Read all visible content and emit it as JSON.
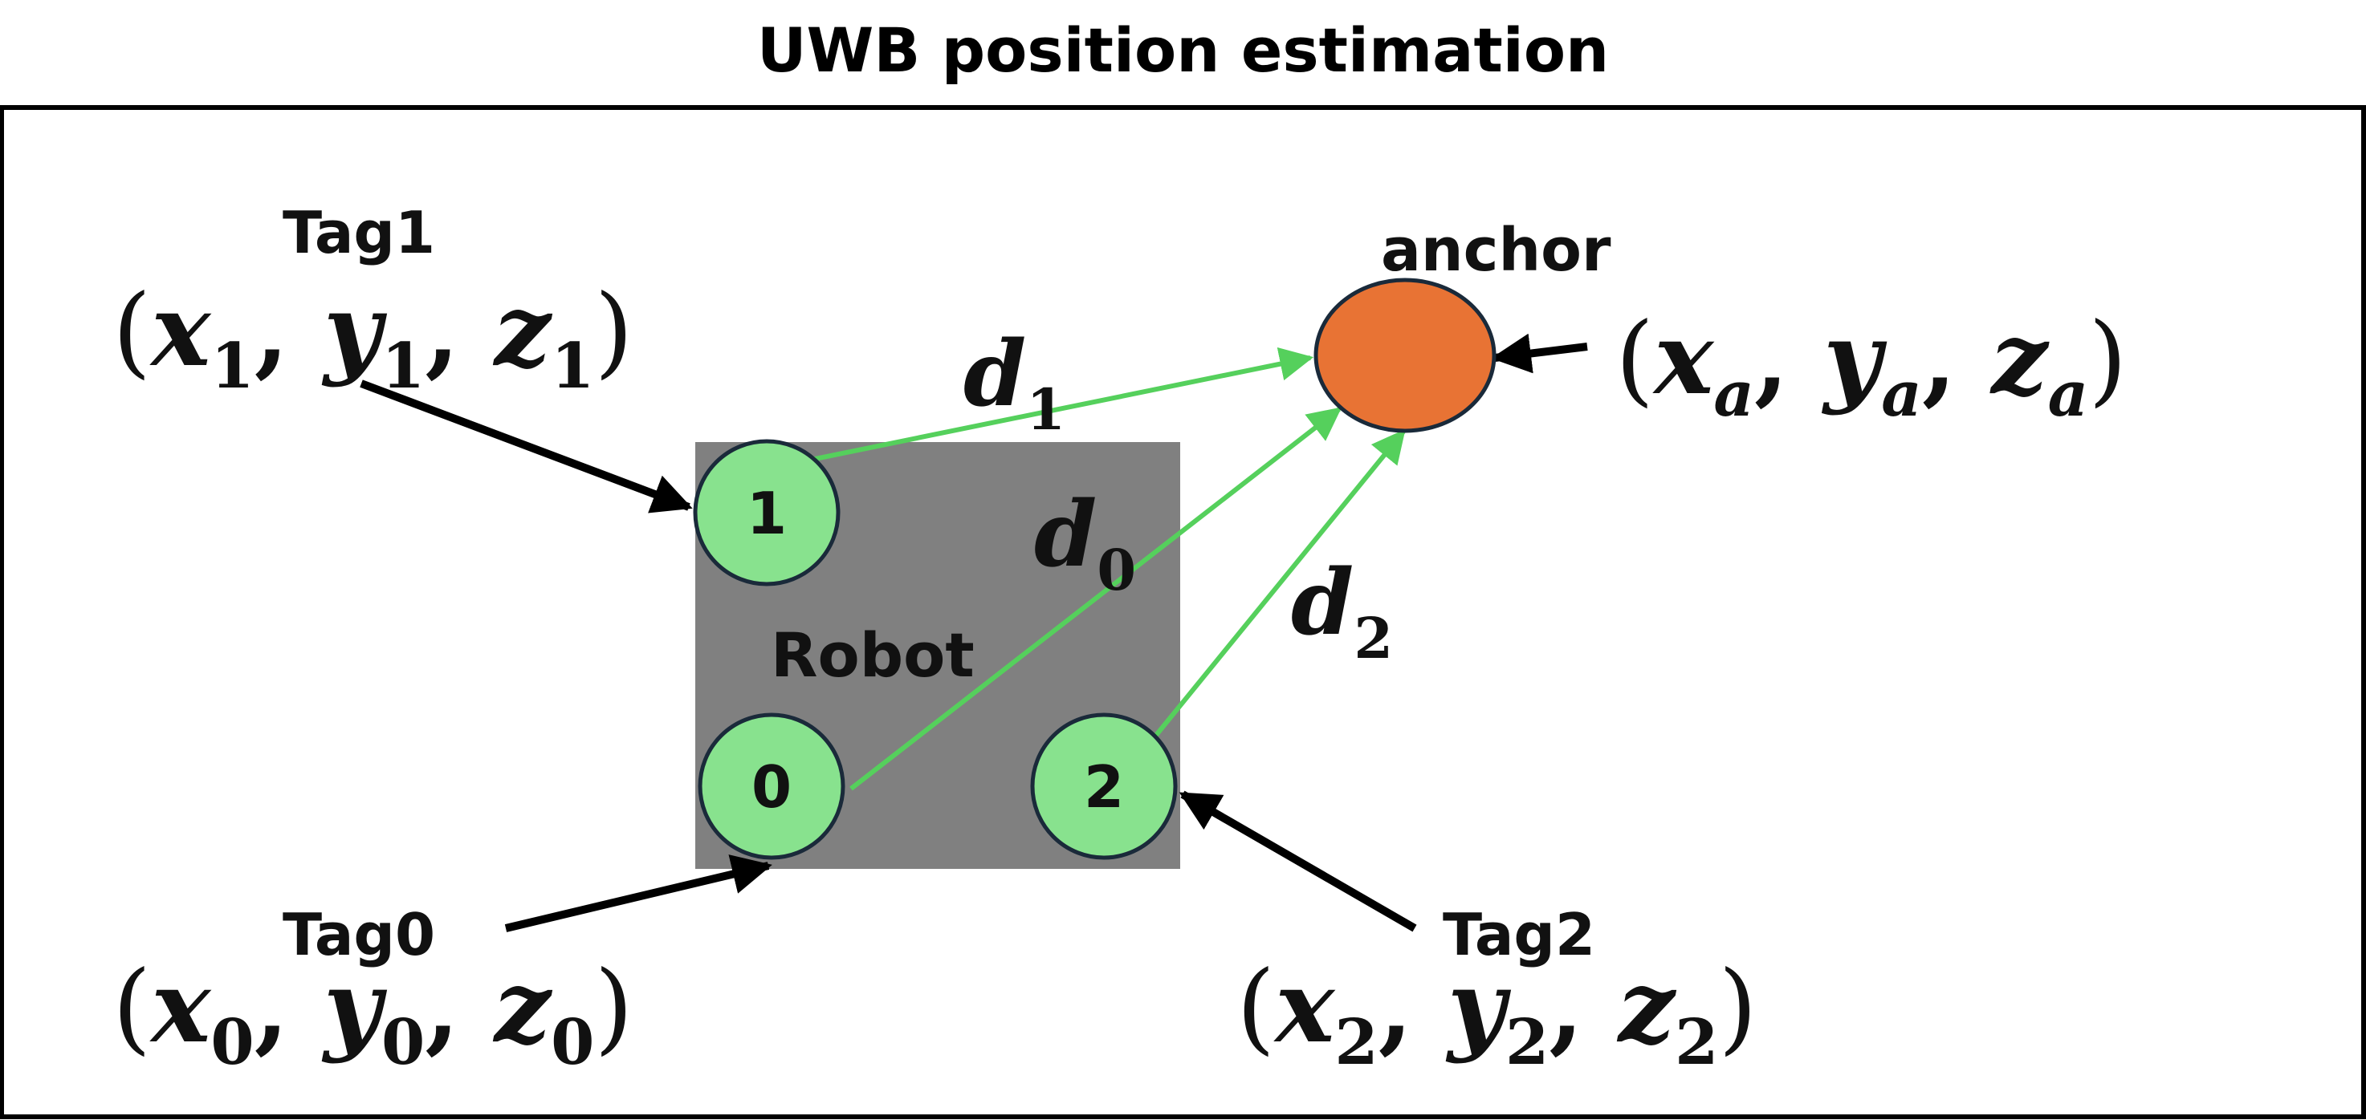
{
  "title": "UWB position estimation",
  "robot_label": "Robot",
  "anchor": {
    "label": "anchor",
    "coord": {
      "open": "(",
      "x": "x",
      "xs": "a",
      "y": "y",
      "ys": "a",
      "z": "z",
      "zs": "a",
      "sep": ",",
      "close": ")"
    }
  },
  "tags": [
    {
      "label": "Tag0",
      "number": "0",
      "coord": {
        "open": "(",
        "x": "x",
        "xs": "0",
        "y": "y",
        "ys": "0",
        "z": "z",
        "zs": "0",
        "sep": ",",
        "close": ")"
      }
    },
    {
      "label": "Tag1",
      "number": "1",
      "coord": {
        "open": "(",
        "x": "x",
        "xs": "1",
        "y": "y",
        "ys": "1",
        "z": "z",
        "zs": "1",
        "sep": ",",
        "close": ")"
      }
    },
    {
      "label": "Tag2",
      "number": "2",
      "coord": {
        "open": "(",
        "x": "x",
        "xs": "2",
        "y": "y",
        "ys": "2",
        "z": "z",
        "zs": "2",
        "sep": ",",
        "close": ")"
      }
    }
  ],
  "distances": [
    {
      "symbol": "d",
      "sub": "0"
    },
    {
      "symbol": "d",
      "sub": "1"
    },
    {
      "symbol": "d",
      "sub": "2"
    }
  ],
  "colors": {
    "robot_body": "#808080",
    "tag_fill": "#88e28e",
    "anchor_fill": "#e87334",
    "distance_line": "#55d05c",
    "stroke": "#1a2a3a"
  }
}
